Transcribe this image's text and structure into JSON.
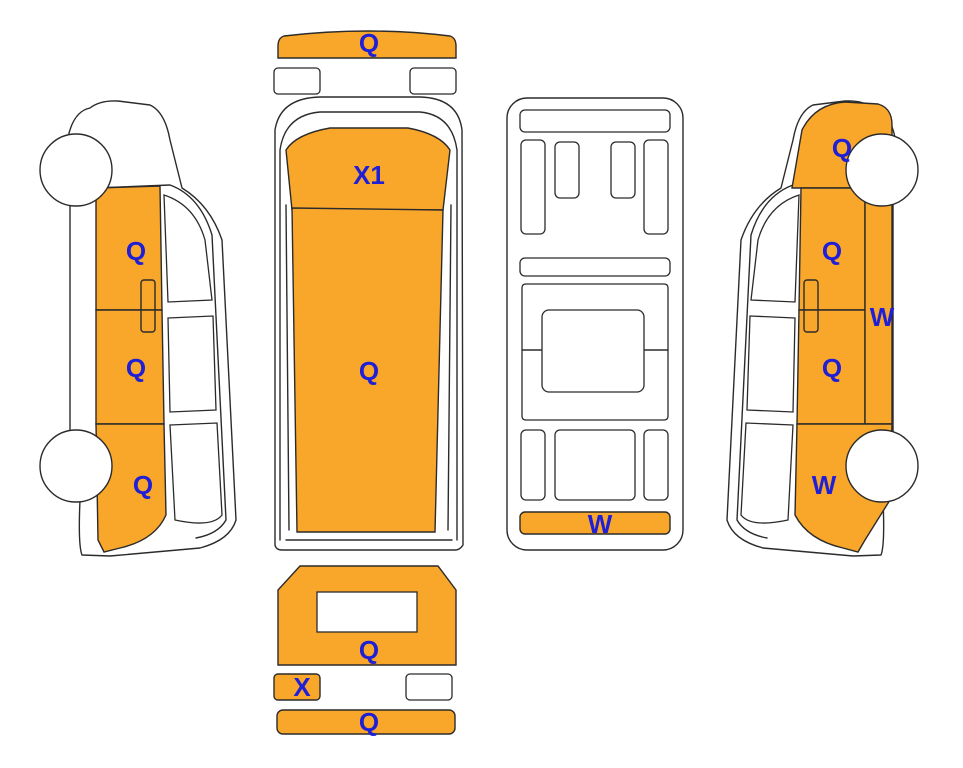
{
  "colors": {
    "damage_fill": "#F9A72B",
    "label_text": "#1F1FD6",
    "outline": "#2B2B2B"
  },
  "labels": {
    "front_bumper": "Q",
    "hood": "X1",
    "roof": "Q",
    "left_front": "Q",
    "left_middle": "Q",
    "left_rear": "Q",
    "right_front": "Q",
    "right_upper": "Q",
    "right_lower": "Q",
    "right_edge": "W",
    "right_rear": "W",
    "underbody_rear": "W",
    "rear_door": "Q",
    "rear_left_light": "X",
    "rear_bumper": "Q"
  }
}
